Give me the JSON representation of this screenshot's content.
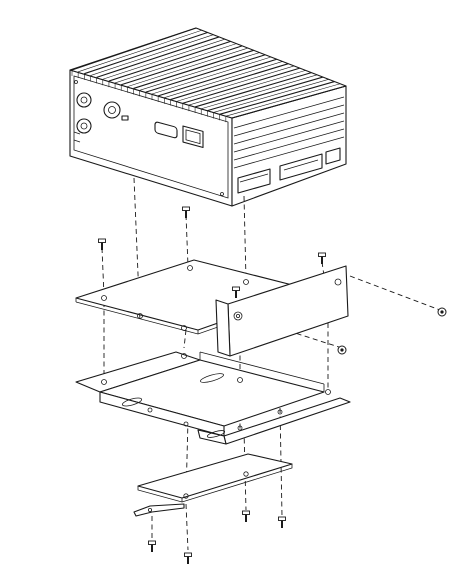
{
  "diagram": {
    "kind": "exploded-assembly-line-drawing",
    "line_color": "#1a1a1a",
    "background": "#ffffff",
    "parts": [
      {
        "name": "chassis",
        "icon": "finned-heatsink-box"
      },
      {
        "name": "mounting-plate",
        "icon": "flat-plate"
      },
      {
        "name": "side-bracket",
        "icon": "l-bracket"
      },
      {
        "name": "mounting-tray",
        "icon": "flanged-tray"
      },
      {
        "name": "bottom-plate",
        "icon": "small-plate"
      },
      {
        "name": "screws",
        "count": 9,
        "icon": "screw-icon"
      }
    ]
  }
}
